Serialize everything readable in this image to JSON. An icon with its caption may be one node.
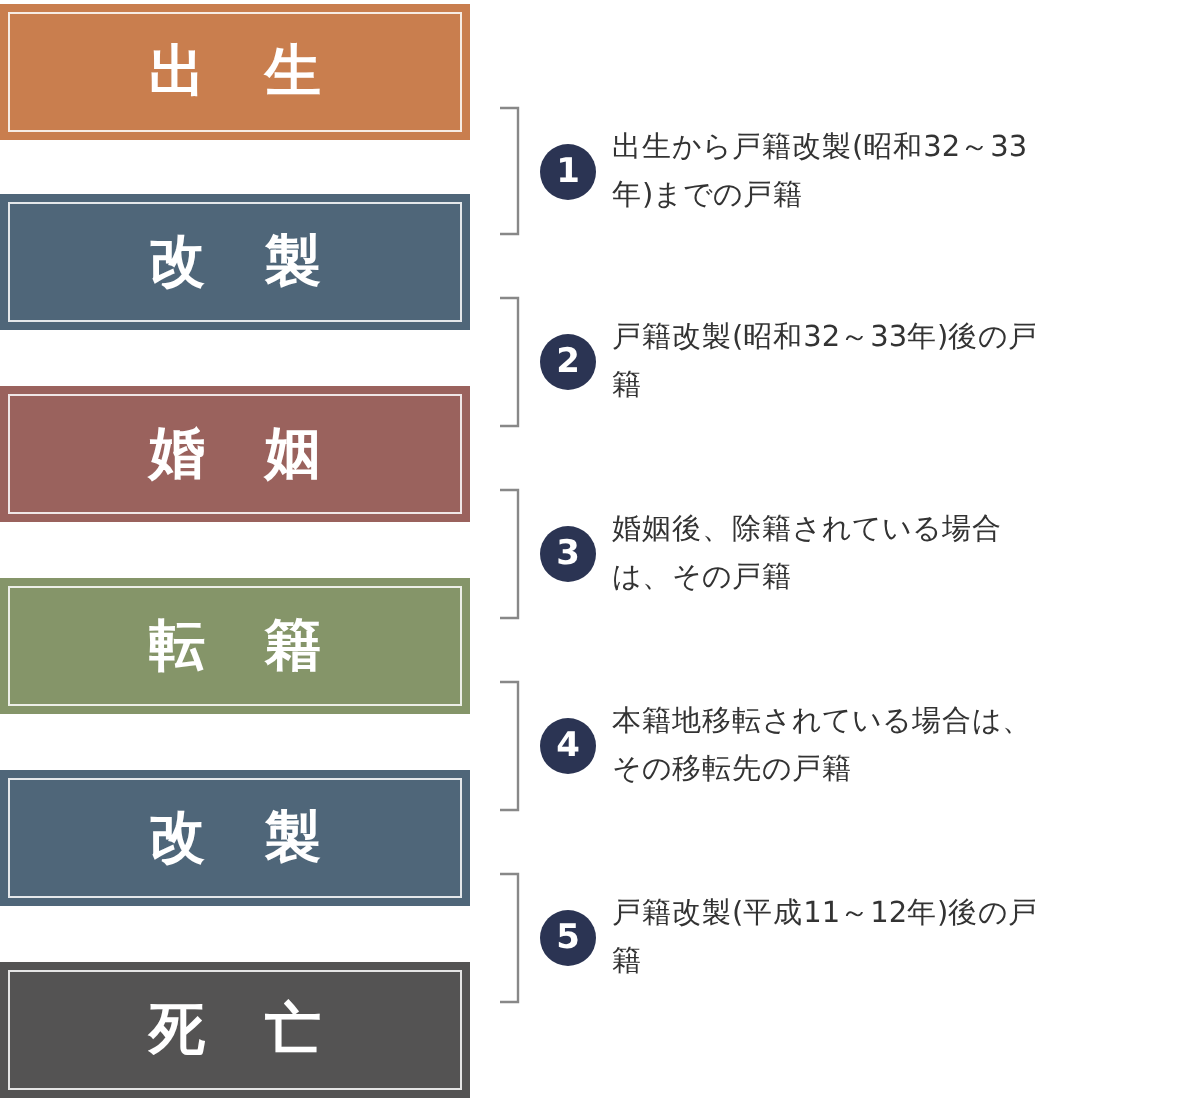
{
  "diagram": {
    "nodes": [
      {
        "text": [
          "出生"
        ]
      },
      {
        "text": [
          "改製"
        ]
      },
      {
        "text": [
          "婚姻"
        ]
      },
      {
        "text": [
          "転籍"
        ]
      },
      {
        "text": [
          "改製"
        ]
      },
      {
        "text": [
          "死亡"
        ]
      },
      {
        "text": [
          "1"
        ],
        "beside": [
          "出生から戸籍改製(昭和32～33年)までの戸籍"
        ]
      },
      {
        "text": [
          "2"
        ],
        "beside": [
          "戸籍改製(昭和32～33年)後の戸籍"
        ]
      },
      {
        "text": [
          "3"
        ],
        "beside": [
          "婚姻後、除籍されている場合は、その戸籍"
        ]
      },
      {
        "text": [
          "4"
        ],
        "beside": [
          "本籍地移転されている場合は、その移転先の戸籍"
        ]
      },
      {
        "text": [
          "5"
        ],
        "beside": [
          "戸籍改製(平成11～12年)後の戸籍"
        ]
      }
    ]
  }
}
